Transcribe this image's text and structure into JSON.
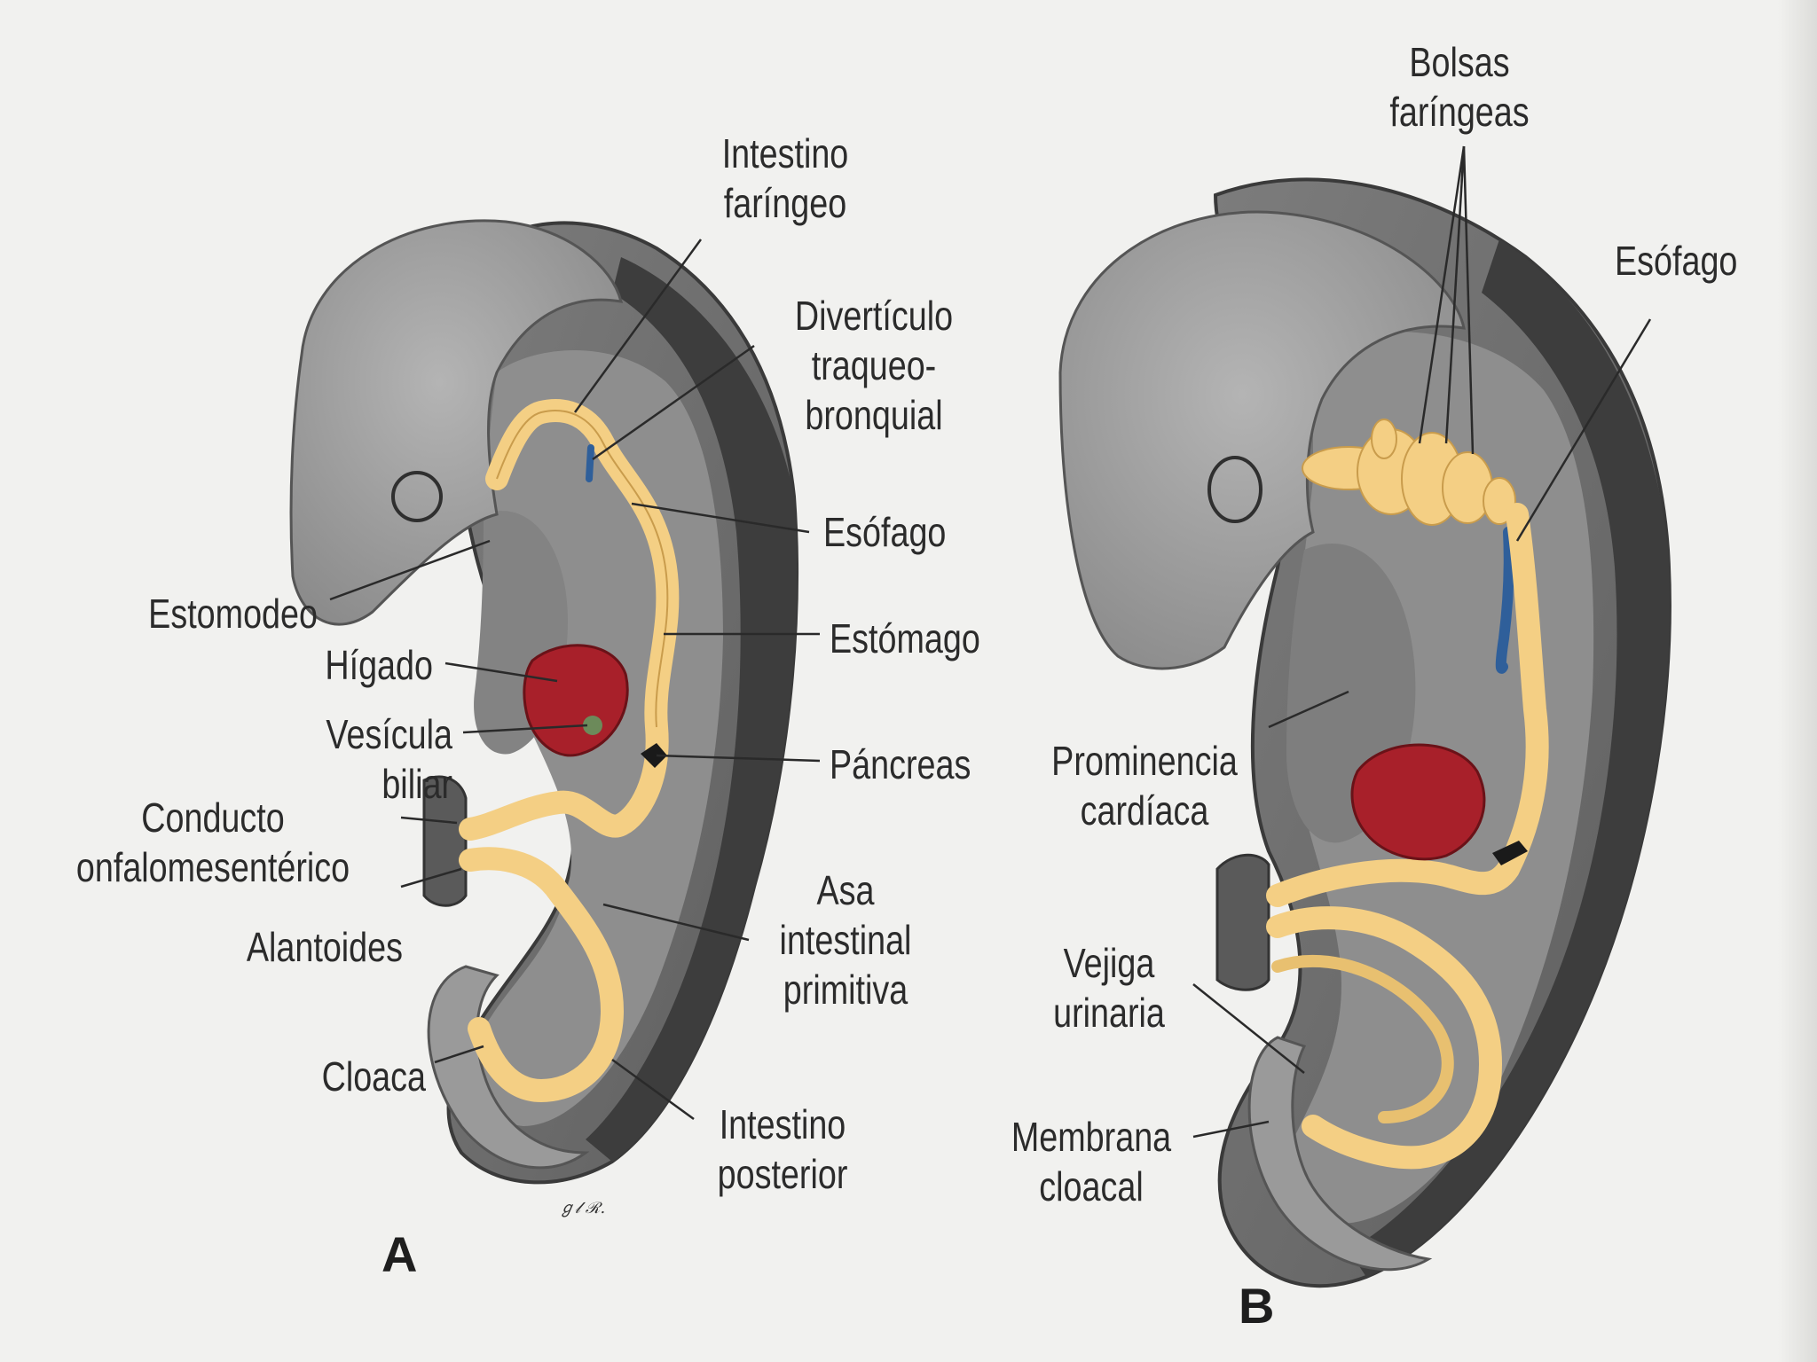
{
  "panel_a": {
    "letter": "A",
    "labels": {
      "intestino_faringeo": "Intestino\nfaríngeo",
      "diverticulo": "Divertículo\ntraqueo-\nbronquial",
      "esofago": "Esófago",
      "estomodeo": "Estomodeo",
      "estomago": "Estómago",
      "higado": "Hígado",
      "vesicula": "Vesícula biliar",
      "pancreas": "Páncreas",
      "conducto": "Conducto\nonfalomesentérico",
      "alantoides": "Alantoides",
      "asa": "Asa\nintestinal\nprimitiva",
      "cloaca": "Cloaca",
      "intestino_posterior": "Intestino\nposterior"
    }
  },
  "panel_b": {
    "letter": "B",
    "labels": {
      "bolsas": "Bolsas\nfaríngeas",
      "esofago": "Esófago",
      "prominencia": "Prominencia\ncardíaca",
      "vejiga": "Vejiga\nurinaria",
      "membrana": "Membrana\ncloacal"
    }
  },
  "colors": {
    "head": "#a6a6a6",
    "body": "#6f6f6f",
    "cavity": "#8d8d8d",
    "back": "#3d3d3d",
    "gut": "#f4cf84",
    "liver": "#a8202a",
    "trachea": "#2f5f9a"
  }
}
